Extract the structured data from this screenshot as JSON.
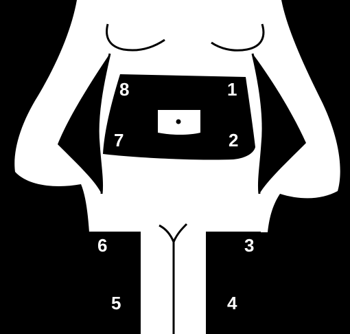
{
  "colors": {
    "background": "#000000",
    "body": "#ffffff",
    "injection_zone": "#000000",
    "outline": "#000000"
  },
  "icons": {
    "navel": "navel-dot-icon"
  },
  "sites": [
    {
      "number": "1",
      "region": "abdomen-upper-right"
    },
    {
      "number": "2",
      "region": "abdomen-lower-right"
    },
    {
      "number": "3",
      "region": "thigh-left-upper"
    },
    {
      "number": "4",
      "region": "thigh-left-lower"
    },
    {
      "number": "5",
      "region": "thigh-right-lower"
    },
    {
      "number": "6",
      "region": "thigh-right-upper"
    },
    {
      "number": "7",
      "region": "abdomen-lower-left"
    },
    {
      "number": "8",
      "region": "abdomen-upper-left"
    }
  ]
}
